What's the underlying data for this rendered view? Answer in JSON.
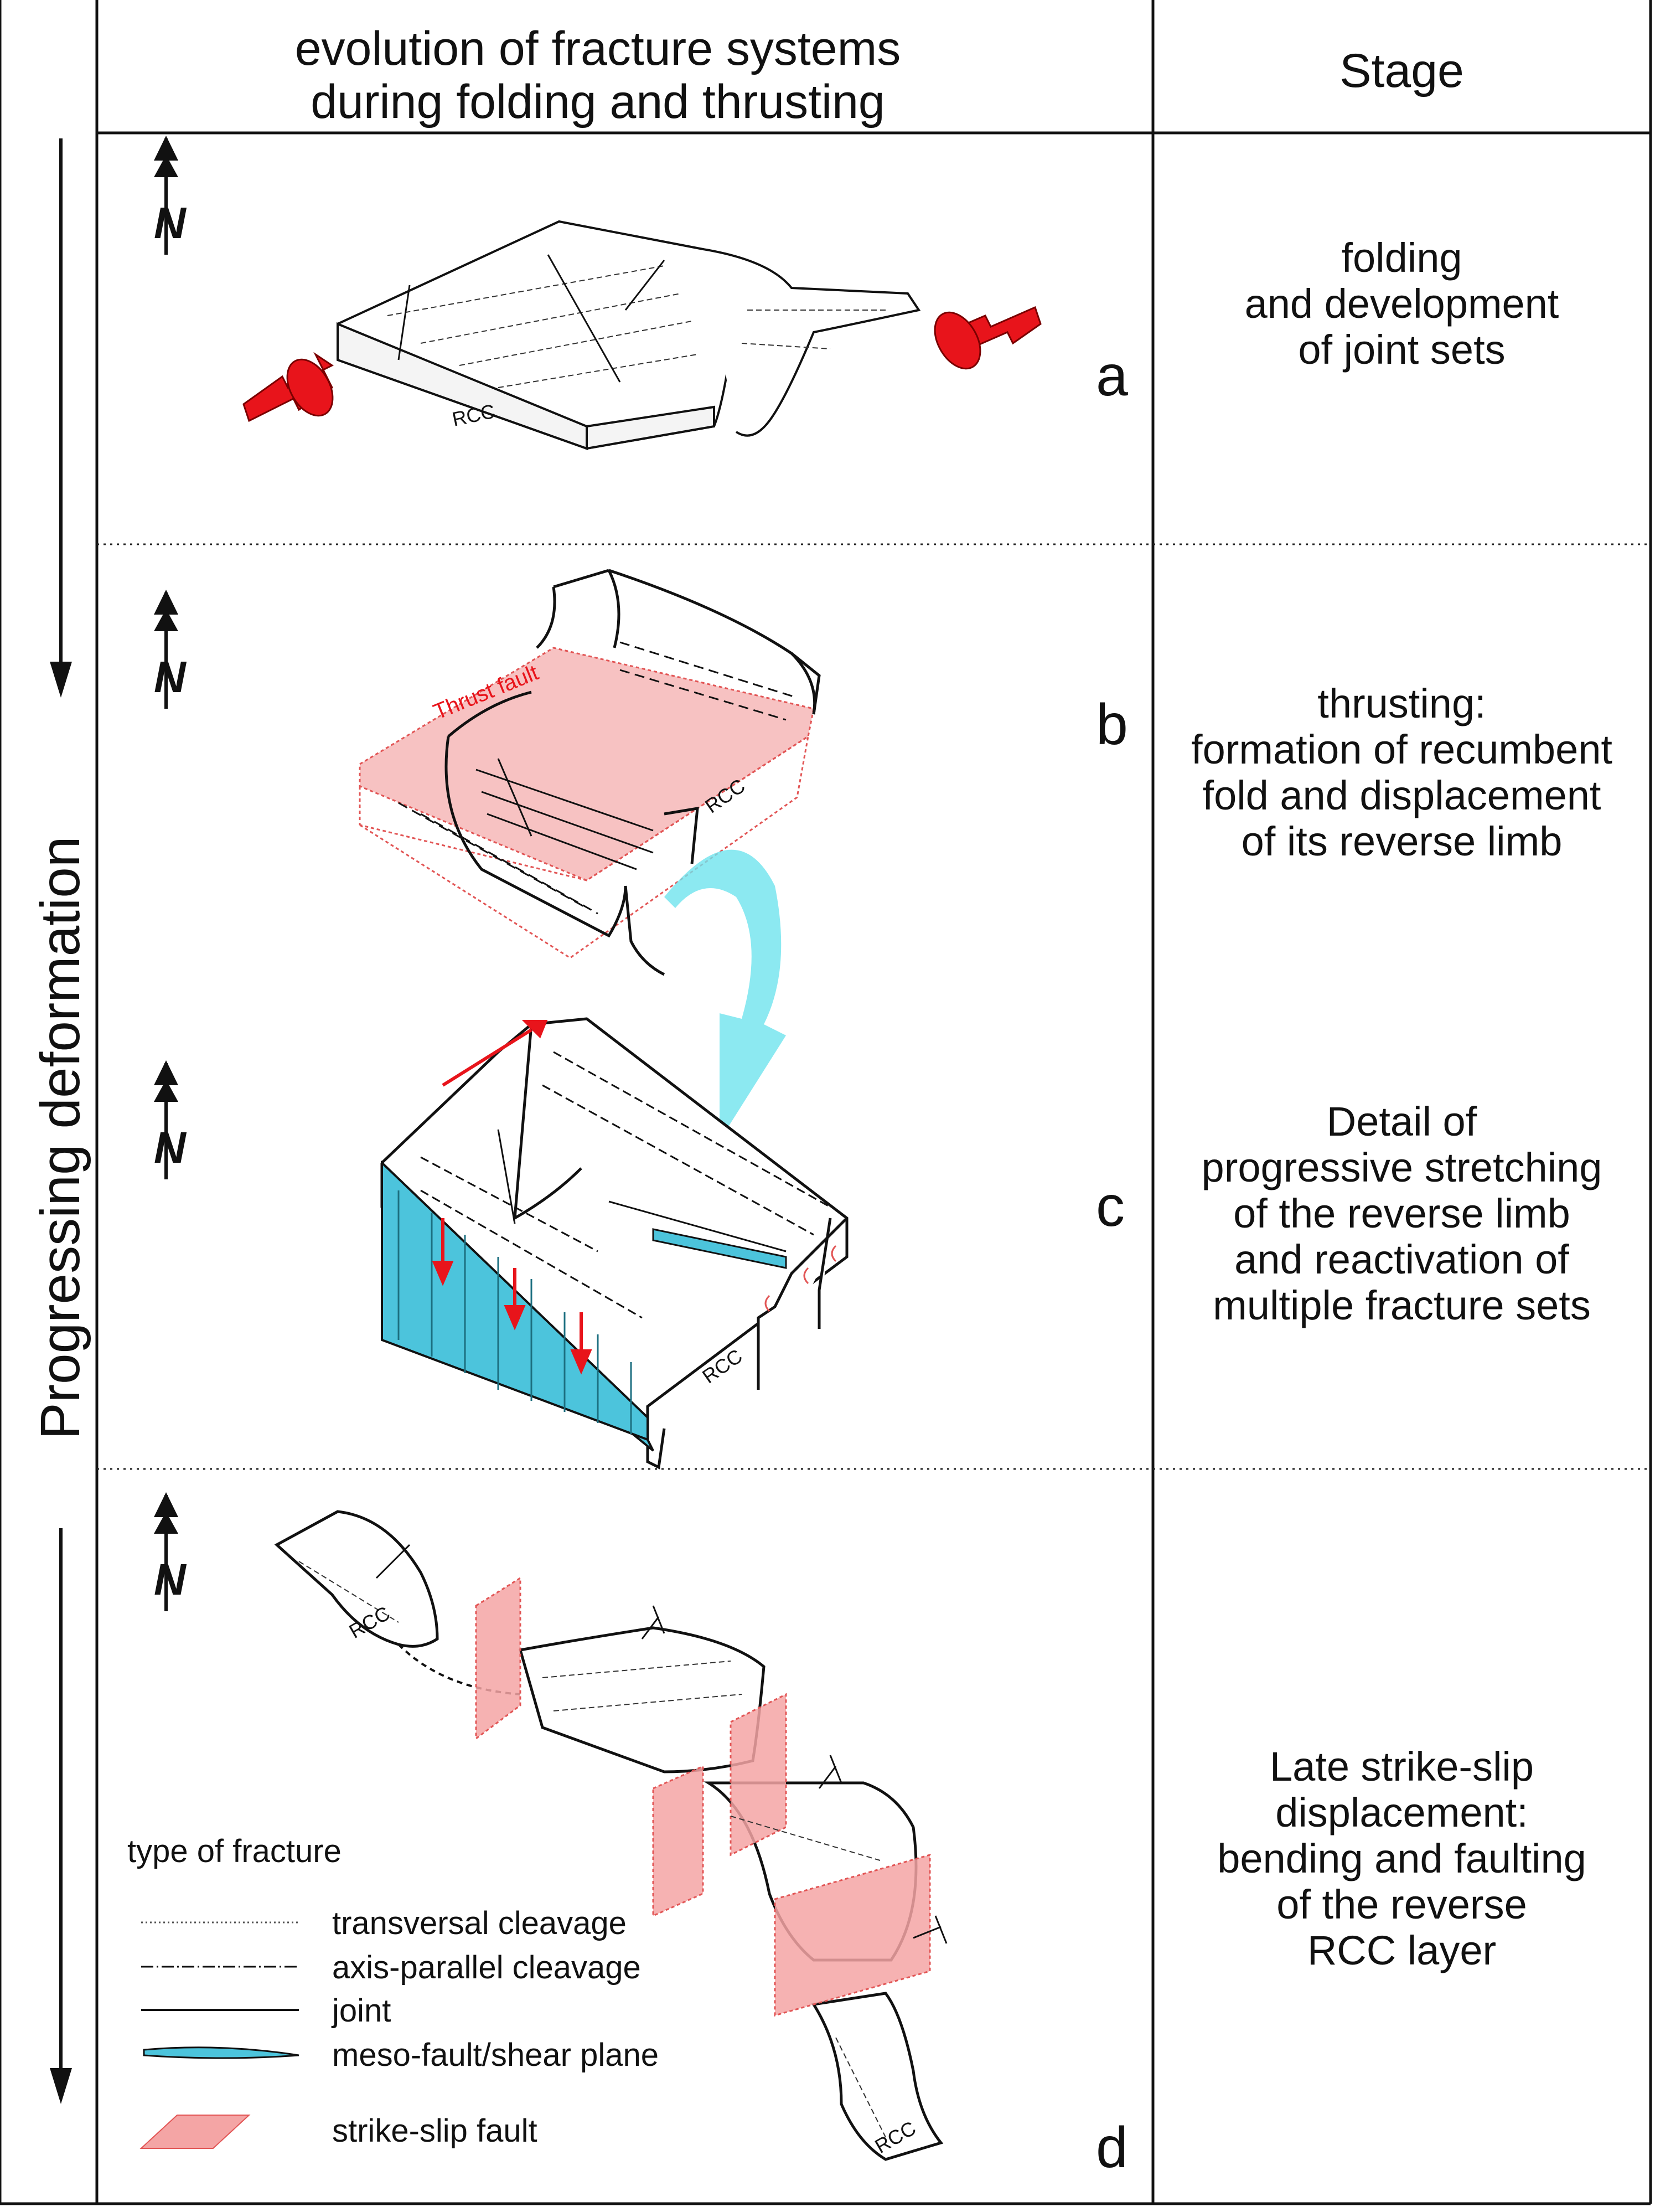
{
  "header": {
    "title_line1": "evolution of fracture systems",
    "title_line2": "during folding and thrusting",
    "stage_label": "Stage"
  },
  "side_label": "Progressing deformation",
  "panels": [
    {
      "letter": "a",
      "lines": [
        "folding",
        "and development",
        "of joint sets"
      ]
    },
    {
      "letter": "b",
      "lines": [
        "thrusting:",
        "formation of recumbent",
        "fold and displacement",
        "of its reverse limb"
      ]
    },
    {
      "letter": "c",
      "lines": [
        "Detail of",
        "progressive stretching",
        "of the reverse limb",
        "and reactivation of",
        "multiple fracture sets"
      ]
    },
    {
      "letter": "d",
      "lines": [
        "Late strike-slip",
        "displacement:",
        "bending and faulting",
        "of the reverse",
        "RCC layer"
      ]
    }
  ],
  "labels": {
    "north": "N",
    "rcc": "RCC",
    "thrust_fault": "Thrust fault"
  },
  "legend": {
    "title": "type of fracture",
    "items": [
      {
        "label": "transversal cleavage"
      },
      {
        "label": "axis-parallel cleavage"
      },
      {
        "label": "joint"
      },
      {
        "label": "meso-fault/shear plane"
      },
      {
        "label": "strike-slip fault"
      }
    ]
  },
  "colors": {
    "compression_arrow": "#e8141b",
    "thrust_fault_plane": "#f6b7b7",
    "shear_plane": "#4cc4dc",
    "strike_slip_fault": "#f4a5a5",
    "flow_arrow": "#6fe3ee",
    "lines": "#111111"
  }
}
